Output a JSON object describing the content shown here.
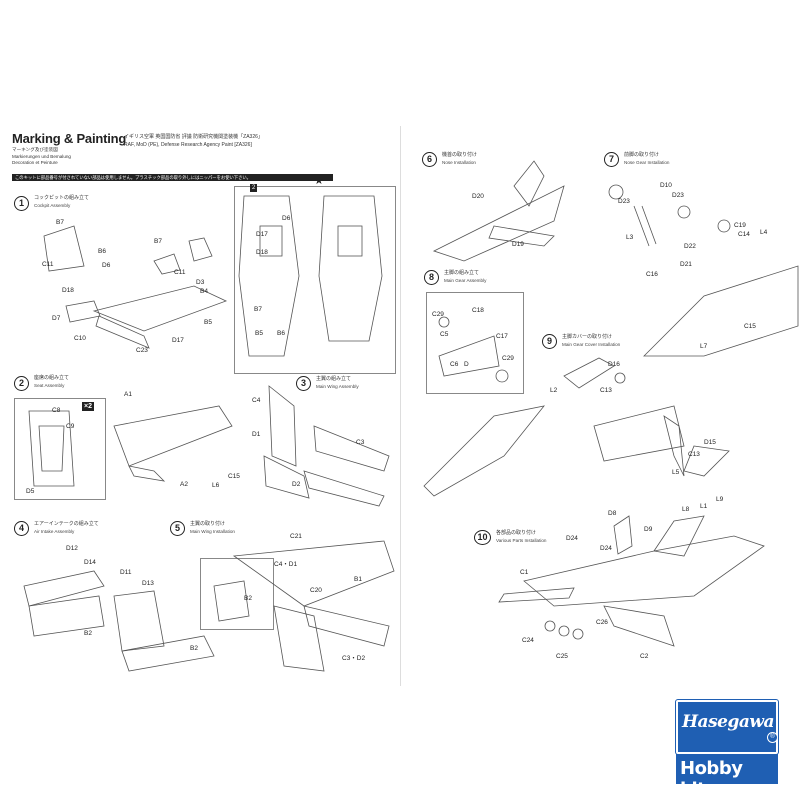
{
  "header": {
    "title": "Marking & Painting",
    "sub_jp": "マーキング及び塗装図",
    "sub_de": "Markierungen und Bemalung",
    "sub_fr": "Decoration et Peinture",
    "right_jp": "イギリス空軍 英国国防省 評議 防衛研究機関塗装機「ZA326」",
    "right_en": "RAF, MoD (PE), Defense Research Agency Paint [ZA326]",
    "banner": "このキットに部品番号が付されていない部品は使用しません。プラスチック部品の取り外しにはニッパーをお使い下さい。"
  },
  "left_steps": [
    {
      "num": "1",
      "jp": "コックピットの組み立て",
      "en": "Cockpit Assembly"
    },
    {
      "num": "2",
      "jp": "座席の組み立て",
      "en": "Seat Assembly"
    },
    {
      "num": "3",
      "jp": "主翼の組み立て",
      "en": "Main Wing Assembly"
    },
    {
      "num": "4",
      "jp": "エアーインテークの組み立て",
      "en": "Air Intake Assembly"
    },
    {
      "num": "5",
      "jp": "主翼の取り付け",
      "en": "Main Wing Installation"
    }
  ],
  "right_steps": [
    {
      "num": "6",
      "jp": "機首の取り付け",
      "en": "Nose Installation"
    },
    {
      "num": "7",
      "jp": "前脚の取り付け",
      "en": "Nose Gear Installation"
    },
    {
      "num": "8",
      "jp": "主脚の組み立て",
      "en": "Main Gear Assembly"
    },
    {
      "num": "9",
      "jp": "主脚カバーの取り付け",
      "en": "Main Gear Cover Installation"
    },
    {
      "num": "10",
      "jp": "各部品の取り付け",
      "en": "Various Parts Installation"
    }
  ],
  "step1_labels": [
    "B7",
    "C11",
    "B6",
    "D6",
    "B7",
    "C11",
    "D3",
    "B4",
    "D18",
    "D7",
    "B5",
    "C10",
    "C23",
    "D17"
  ],
  "detail_labels": [
    "2",
    "D6",
    "D17",
    "D18",
    "B7",
    "B5",
    "B6"
  ],
  "step2_labels": [
    "C8",
    "C9",
    "D5",
    "A1",
    "A2",
    "L6",
    "C15"
  ],
  "step3_labels": [
    "C4",
    "D1",
    "C3",
    "D2"
  ],
  "step4_labels": [
    "D12",
    "D14",
    "B2",
    "D11",
    "D13"
  ],
  "step5_labels": [
    "C21",
    "C4・D1",
    "B1",
    "C20",
    "B2",
    "B2",
    "C3・D2"
  ],
  "step6_labels": [
    "D20",
    "D19"
  ],
  "step7_labels": [
    "D10",
    "D23",
    "D23",
    "L3",
    "C19",
    "C14",
    "L4",
    "D22",
    "D21",
    "C16",
    "C15",
    "L7"
  ],
  "step8_labels": [
    "C18",
    "C29",
    "C5",
    "C17",
    "C29",
    "C6",
    "D"
  ],
  "step9_labels": [
    "D16",
    "L2",
    "C13",
    "C13",
    "D15",
    "L5"
  ],
  "step10_labels": [
    "D8",
    "D9",
    "L8",
    "L1",
    "L9",
    "D24",
    "D24",
    "C1",
    "C26",
    "C24",
    "C25",
    "C2"
  ],
  "badge_x2": "×2",
  "logo": {
    "brand": "Hasegawa",
    "tagline": "Hobby kits",
    "reg_mark": "®",
    "brand_color": "#1f5fb3"
  }
}
